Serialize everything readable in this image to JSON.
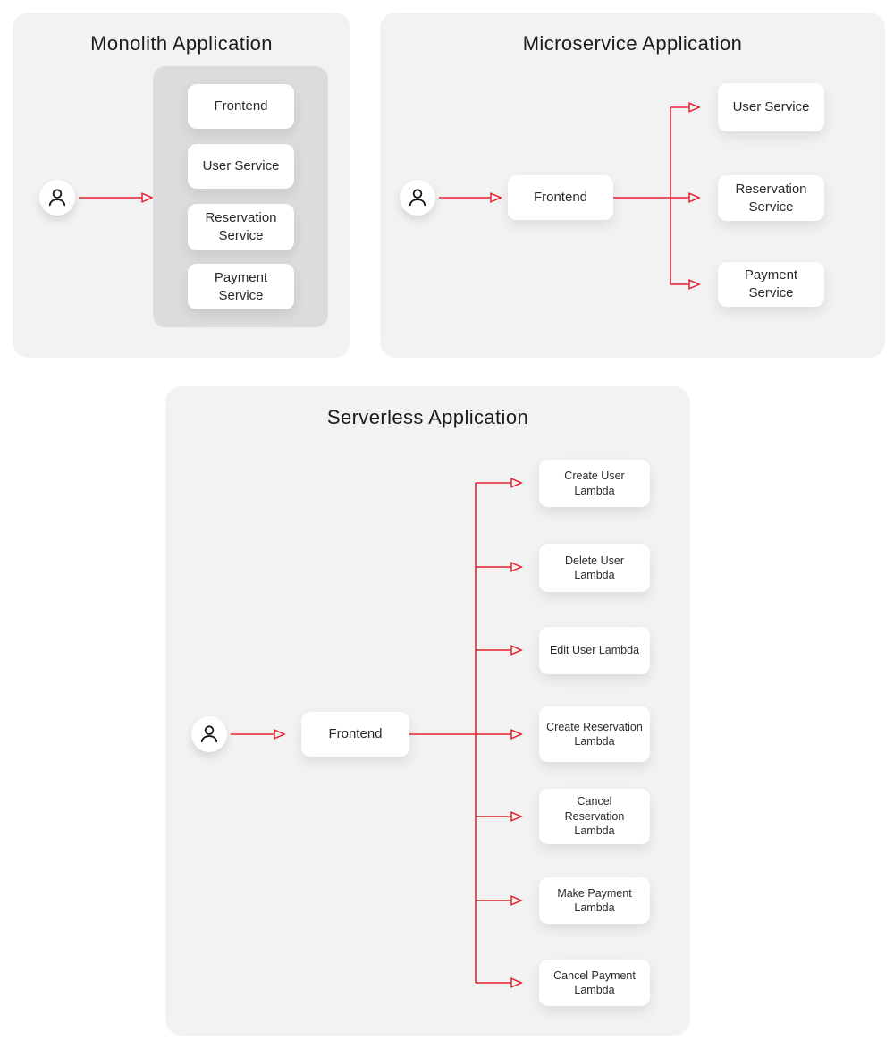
{
  "colors": {
    "page_bg": "#ffffff",
    "panel_bg": "#f2f2f3",
    "monolith_container_bg": "#dcdcde",
    "node_bg": "#ffffff",
    "connector_red": "#e5232e",
    "text": "#1b1b1d"
  },
  "icons": {
    "user": "person-outline"
  },
  "monolith": {
    "title": "Monolith Application",
    "services": [
      "Frontend",
      "User Service",
      "Reservation Service",
      "Payment Service"
    ]
  },
  "microservice": {
    "title": "Microservice Application",
    "frontend_label": "Frontend",
    "services": [
      "User Service",
      "Reservation Service",
      "Payment Service"
    ]
  },
  "serverless": {
    "title": "Serverless Application",
    "frontend_label": "Frontend",
    "lambdas": [
      "Create User Lambda",
      "Delete User Lambda",
      "Edit User Lambda",
      "Create Reservation Lambda",
      "Cancel Reservation Lambda",
      "Make Payment Lambda",
      "Cancel Payment Lambda"
    ]
  }
}
